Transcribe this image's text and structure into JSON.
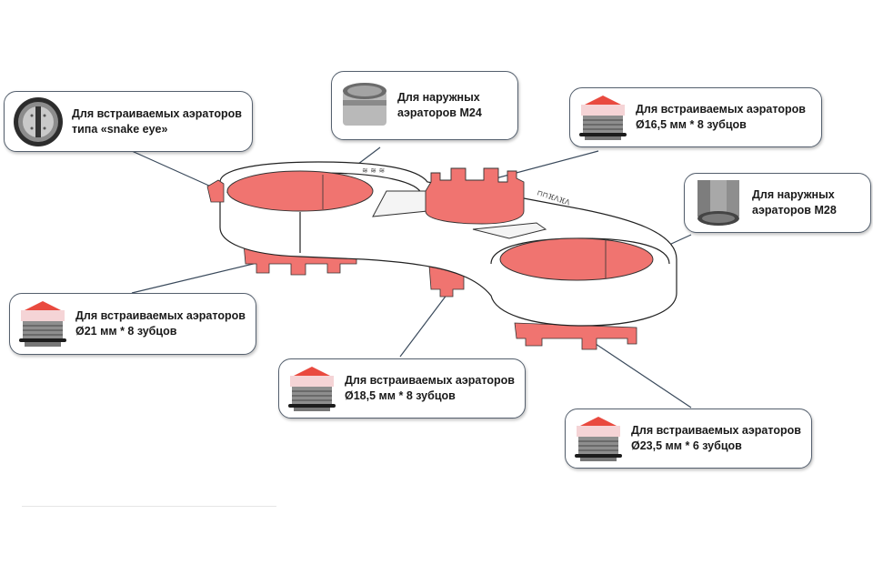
{
  "diagram": {
    "subject": "aerator-wrench",
    "accent_color": "#f07470",
    "line_color": "#3a4a5c",
    "callouts": [
      {
        "id": "snake-eye",
        "line1": "Для встраиваемых аэраторов",
        "line2": "типа «snake eye»",
        "image": "snake-eye-aerator"
      },
      {
        "id": "m24",
        "line1": "Для наружных",
        "line2": "аэраторов  М24",
        "image": "external-aerator-m24"
      },
      {
        "id": "d16-5",
        "line1": "Для встраиваемых аэраторов",
        "line2": "Ø16,5 мм * 8 зубцов",
        "image": "cache-aerator"
      },
      {
        "id": "m28",
        "line1": "Для наружных",
        "line2": "аэраторов  М28",
        "image": "external-aerator-m28"
      },
      {
        "id": "d21",
        "line1": "Для встраиваемых аэраторов",
        "line2": "Ø21 мм * 8 зубцов",
        "image": "cache-aerator"
      },
      {
        "id": "d18-5",
        "line1": "Для встраиваемых аэраторов",
        "line2": "Ø18,5 мм * 8 зубцов",
        "image": "cache-aerator"
      },
      {
        "id": "d23-5",
        "line1": "Для встраиваемых аэраторов",
        "line2": "Ø23,5 мм * 6 зубцов",
        "image": "cache-aerator"
      }
    ]
  }
}
